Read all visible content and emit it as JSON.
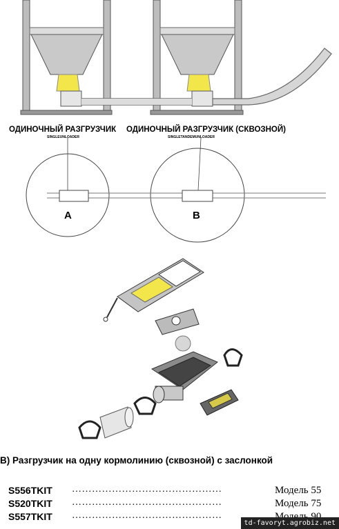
{
  "top_labels": {
    "left_ru": "ОДИНОЧНЫЙ РАЗГРУЗЧИК",
    "left_en": "SINGLEUNLOADER",
    "right_ru": "ОДИНОЧНЫЙ РАЗГРУЗЧИК (СКВОЗНОЙ)",
    "right_en": "SINGLETANDEMUNLOADER"
  },
  "diagram_letters": {
    "a": "A",
    "b": "B"
  },
  "caption": "B) Разгрузчик на одну кормолинию (сквозной) с заслонкой",
  "kits": [
    {
      "code": "S556TKIT",
      "dots": "………………………………………",
      "model": "Модель 55"
    },
    {
      "code": "S520TKIT",
      "dots": "………………………………………",
      "model": "Модель 75"
    },
    {
      "code": "S557TKIT",
      "dots": "………………………………………",
      "model": "Модель 90"
    }
  ],
  "watermark": "td-favoryt.agrobiz.net",
  "colors": {
    "silo_gray": "#b8b8b8",
    "feed_yellow": "#f2e64a",
    "outline": "#333333",
    "background": "#ffffff"
  }
}
